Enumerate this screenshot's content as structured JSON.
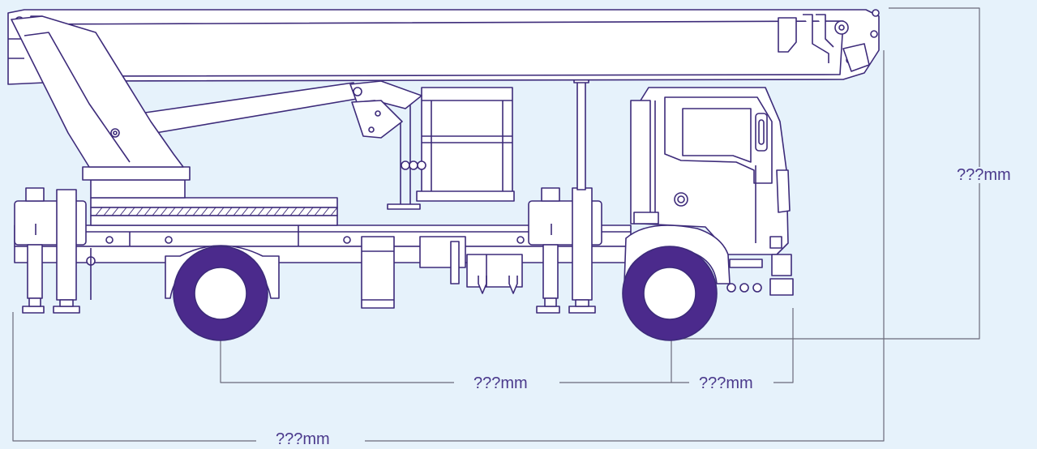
{
  "colors": {
    "background": "#e6f2fb",
    "outline": "#3d2b7a",
    "fill": "#ffffff",
    "tire": "#4b2a8c",
    "dimension_line": "#6a6a7a",
    "label_text": "#4b3a8c"
  },
  "dimensions": {
    "height_label": "???mm",
    "wheelbase_label": "???mm",
    "front_overhang_label": "???mm",
    "overall_length_label": "???mm"
  },
  "icons": [
    "truck-mounted-aerial-platform-illustration"
  ]
}
